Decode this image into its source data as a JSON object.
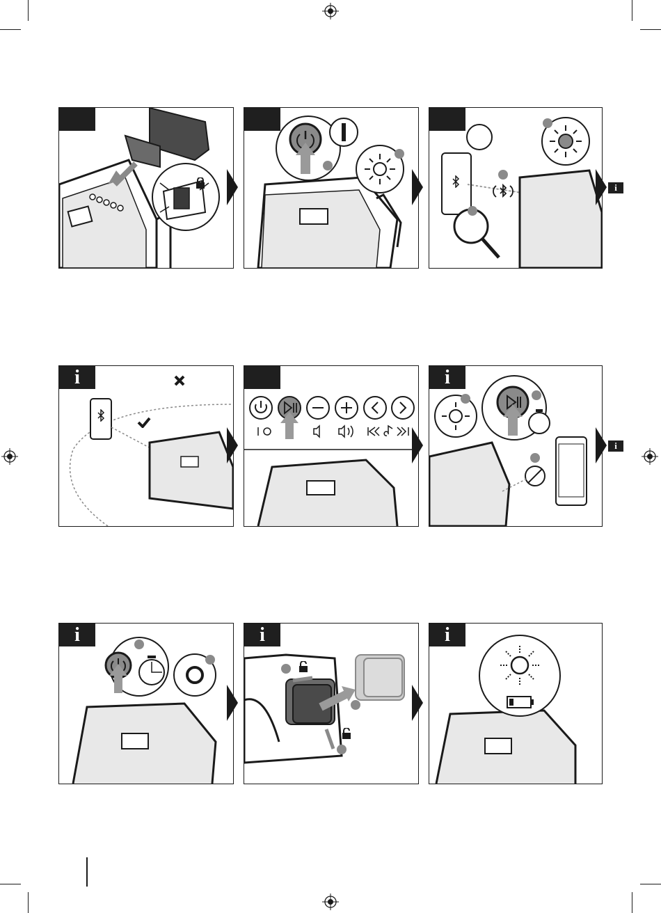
{
  "page": {
    "info_marker": "i"
  },
  "panels": [
    {
      "id": "step-1",
      "tab": ""
    },
    {
      "id": "step-2",
      "tab": ""
    },
    {
      "id": "step-3",
      "tab": ""
    },
    {
      "id": "info-1",
      "tab": "i"
    },
    {
      "id": "step-5",
      "tab": ""
    },
    {
      "id": "info-2",
      "tab": "i"
    },
    {
      "id": "info-3",
      "tab": "i"
    },
    {
      "id": "info-4",
      "tab": "i"
    },
    {
      "id": "info-5",
      "tab": "i"
    }
  ],
  "icons": {
    "power": "power-button-icon",
    "play_pause": "play-pause-icon",
    "volume_down": "volume-down-icon",
    "volume_up": "volume-up-icon",
    "prev": "previous-track-icon",
    "next": "next-track-icon",
    "bluetooth": "bluetooth-icon",
    "lock": "lock-icon",
    "battery": "battery-icon"
  },
  "colors": {
    "ink": "#1a1a1a",
    "gray": "#8a8a8a",
    "light_gray": "#bdbdbd"
  }
}
